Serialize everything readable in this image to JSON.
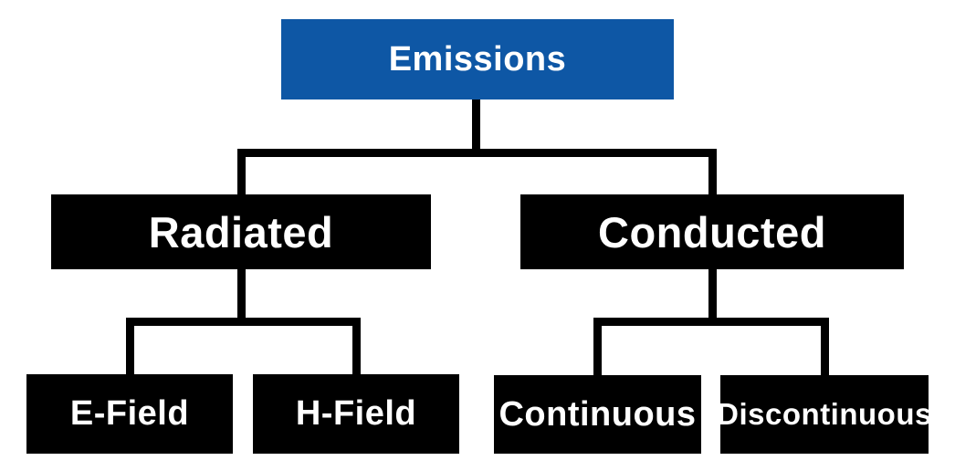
{
  "diagram": {
    "type": "hierarchy-tree",
    "background_color": "#ffffff",
    "connector_color": "#000000",
    "nodes": {
      "emissions": {
        "label": "Emissions",
        "bg_color": "#0E57A5",
        "text_color": "#ffffff"
      },
      "radiated": {
        "label": "Radiated",
        "bg_color": "#000000",
        "text_color": "#ffffff"
      },
      "conducted": {
        "label": "Conducted",
        "bg_color": "#000000",
        "text_color": "#ffffff"
      },
      "e_field": {
        "label": "E-Field",
        "bg_color": "#000000",
        "text_color": "#ffffff"
      },
      "h_field": {
        "label": "H-Field",
        "bg_color": "#000000",
        "text_color": "#ffffff"
      },
      "continuous": {
        "label": "Continuous",
        "bg_color": "#000000",
        "text_color": "#ffffff"
      },
      "discontinuous": {
        "label": "Discontinuous",
        "bg_color": "#000000",
        "text_color": "#ffffff"
      }
    },
    "edges": [
      [
        "emissions",
        "radiated"
      ],
      [
        "emissions",
        "conducted"
      ],
      [
        "radiated",
        "e_field"
      ],
      [
        "radiated",
        "h_field"
      ],
      [
        "conducted",
        "continuous"
      ],
      [
        "conducted",
        "discontinuous"
      ]
    ]
  }
}
